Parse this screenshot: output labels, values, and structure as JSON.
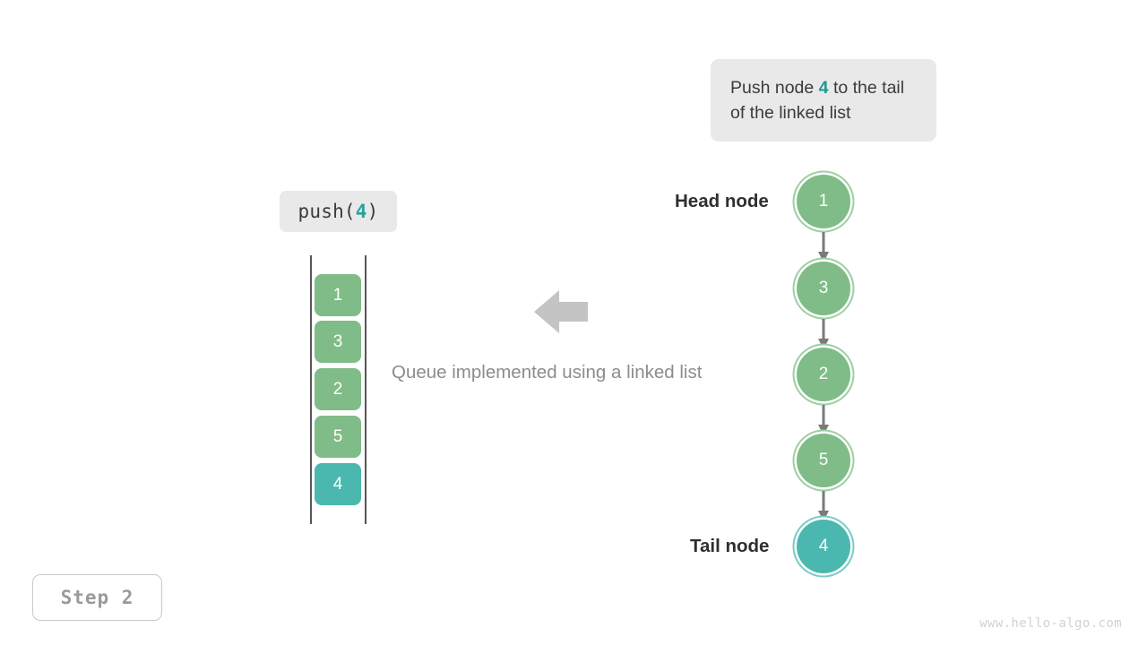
{
  "callout": {
    "text_before": "Push node ",
    "accent_value": "4",
    "text_after": " to the tail of the linked list"
  },
  "operation_chip": {
    "prefix": "push(",
    "argument": "4",
    "suffix": ")"
  },
  "array_view": {
    "cells": [
      {
        "value": "1",
        "state": "green"
      },
      {
        "value": "3",
        "state": "green"
      },
      {
        "value": "2",
        "state": "green"
      },
      {
        "value": "5",
        "state": "green"
      },
      {
        "value": "4",
        "state": "teal"
      }
    ]
  },
  "caption": {
    "text": "Queue implemented using a linked list"
  },
  "linked_list": {
    "head_label": "Head node",
    "tail_label": "Tail node",
    "nodes": [
      {
        "value": "1",
        "state": "green"
      },
      {
        "value": "3",
        "state": "green"
      },
      {
        "value": "2",
        "state": "green"
      },
      {
        "value": "5",
        "state": "green"
      },
      {
        "value": "4",
        "state": "teal"
      }
    ]
  },
  "step_badge": {
    "label": "Step 2"
  },
  "watermark": {
    "text": "www.hello-algo.com"
  },
  "colors": {
    "green": "#7fbc87",
    "green_ring": "#9ecfa2",
    "teal": "#4bb8b0",
    "teal_ring": "#79ccc6",
    "accent_text": "#1a9c90",
    "chip_background": "#e9e9e9",
    "arrow_gray": "#7a7a7a",
    "big_arrow_gray": "#c4c4c4",
    "muted_text": "#8c8c8c"
  }
}
